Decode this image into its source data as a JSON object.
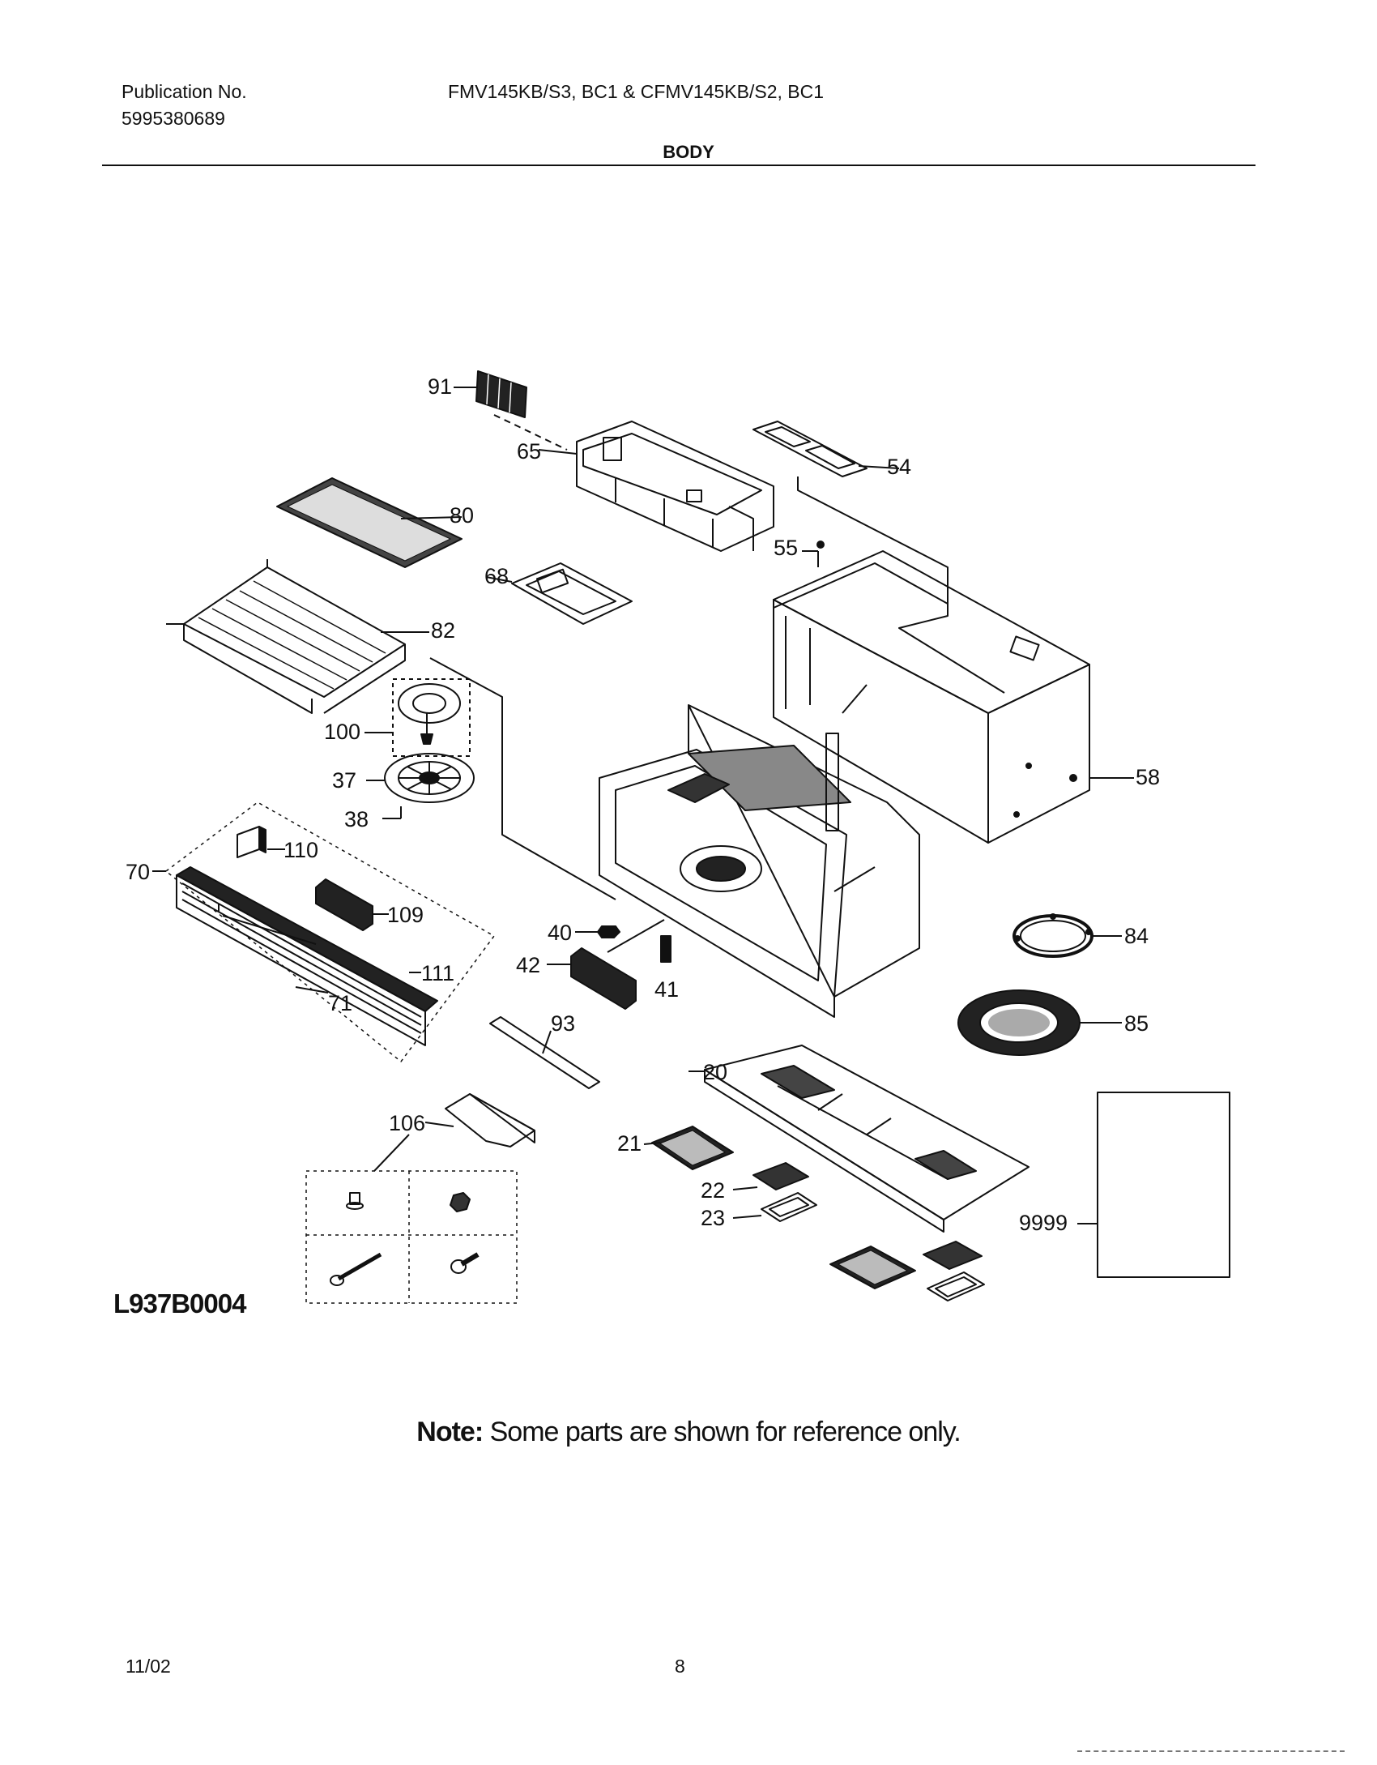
{
  "header": {
    "publication_label": "Publication No.",
    "publication_number": "5995380689",
    "model": "FMV145KB/S3, BC1 & CFMV145KB/S2, BC1",
    "section": "BODY"
  },
  "diagram": {
    "code": "L937B0004",
    "part_labels": [
      "91",
      "65",
      "54",
      "80",
      "55",
      "68",
      "82",
      "58",
      "100",
      "37",
      "38",
      "110",
      "70",
      "109",
      "40",
      "84",
      "42",
      "111",
      "41",
      "71",
      "93",
      "85",
      "20",
      "106",
      "21",
      "22",
      "23",
      "9999"
    ]
  },
  "note": {
    "prefix": "Note:",
    "text": " Some parts are shown for reference only."
  },
  "footer": {
    "date": "11/02",
    "page": "8"
  }
}
